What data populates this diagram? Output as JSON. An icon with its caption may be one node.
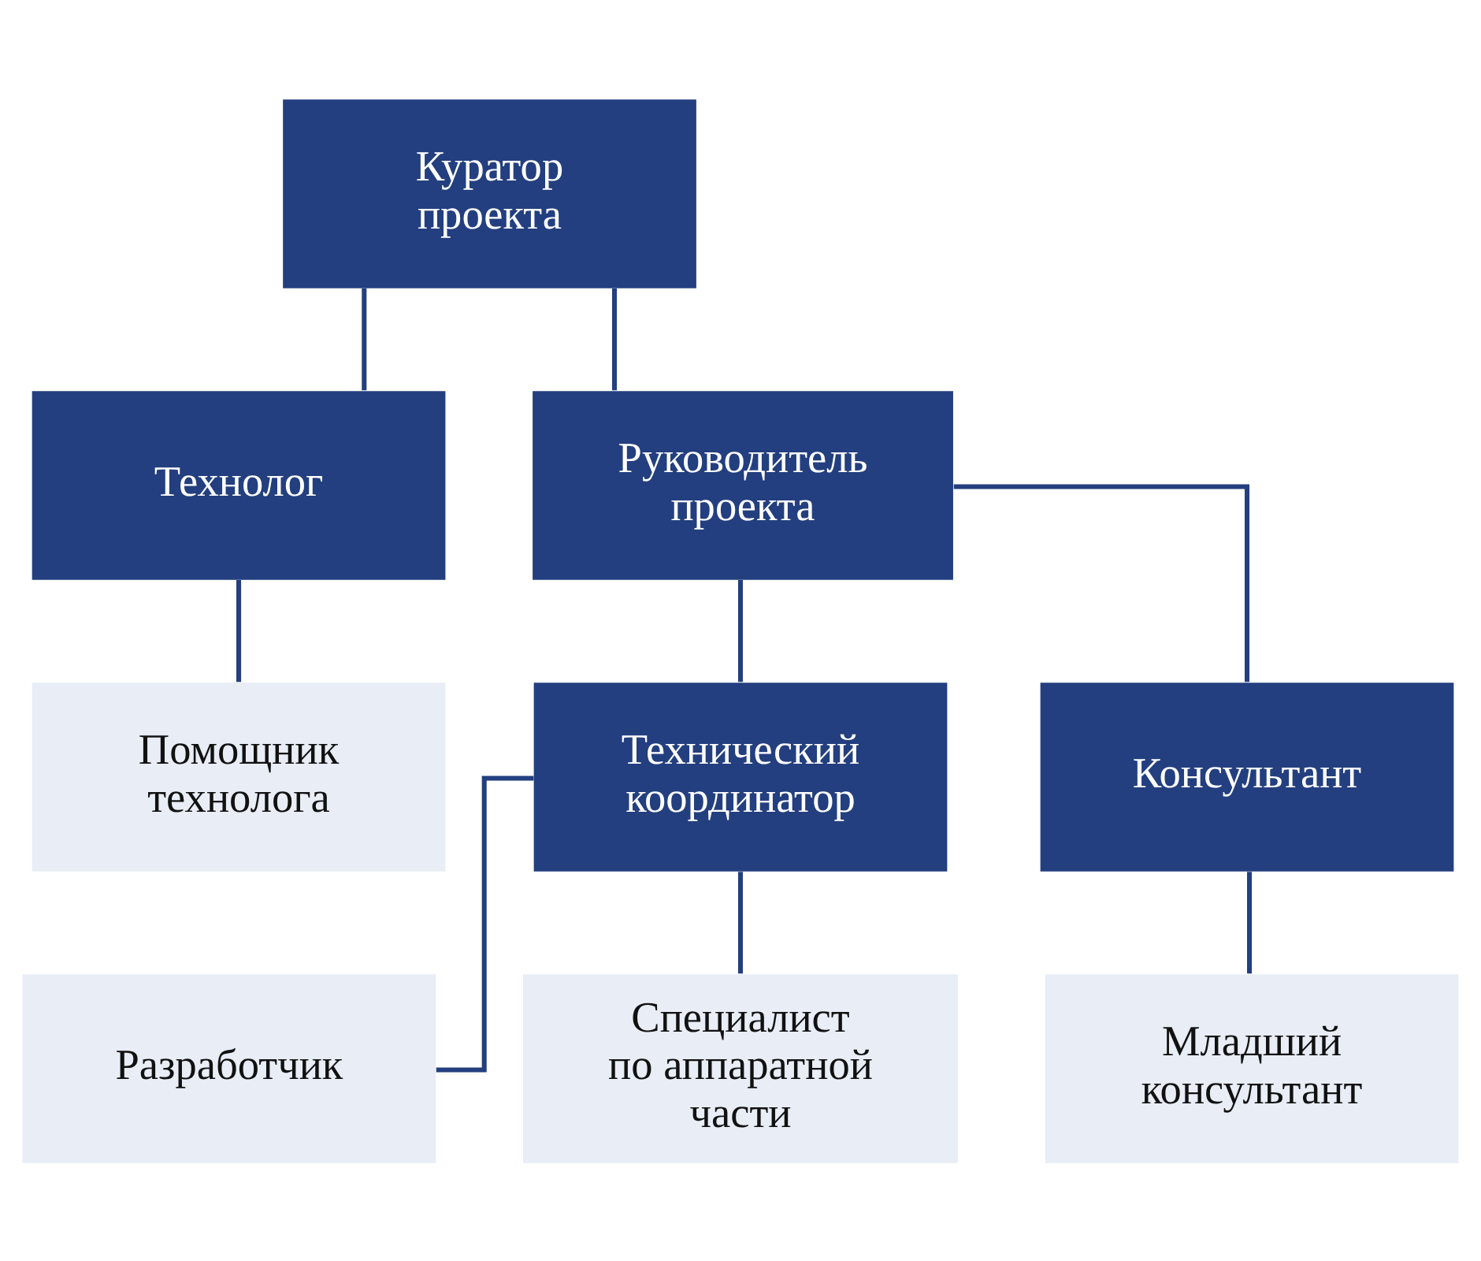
{
  "diagram": {
    "nodes": [
      {
        "text": [
          "Куратор проекта"
        ]
      },
      {
        "text": [
          "Технолог"
        ]
      },
      {
        "text": [
          "Руководитель проекта"
        ]
      },
      {
        "text": [
          "Помощник технолога"
        ]
      },
      {
        "text": [
          "Технический координатор"
        ]
      },
      {
        "text": [
          "Консультант"
        ]
      },
      {
        "text": [
          "Разработчик"
        ]
      },
      {
        "text": [
          "Младший консультант"
        ]
      },
      {
        "text": [
          "Специалист по аппаратной части"
        ]
      }
    ],
    "edges": [
      {
        "from": 0,
        "to": 1,
        "arrow": "none"
      },
      {
        "from": 0,
        "to": 2,
        "arrow": "none"
      },
      {
        "from": 1,
        "to": 3,
        "arrow": "none"
      },
      {
        "from": 2,
        "to": 4,
        "arrow": "none"
      },
      {
        "from": 2,
        "to": 5,
        "arrow": "none"
      },
      {
        "from": 4,
        "to": 6,
        "arrow": "none"
      },
      {
        "from": 4,
        "to": 8,
        "arrow": "none"
      },
      {
        "from": 5,
        "to": 7,
        "arrow": "none"
      }
    ]
  }
}
